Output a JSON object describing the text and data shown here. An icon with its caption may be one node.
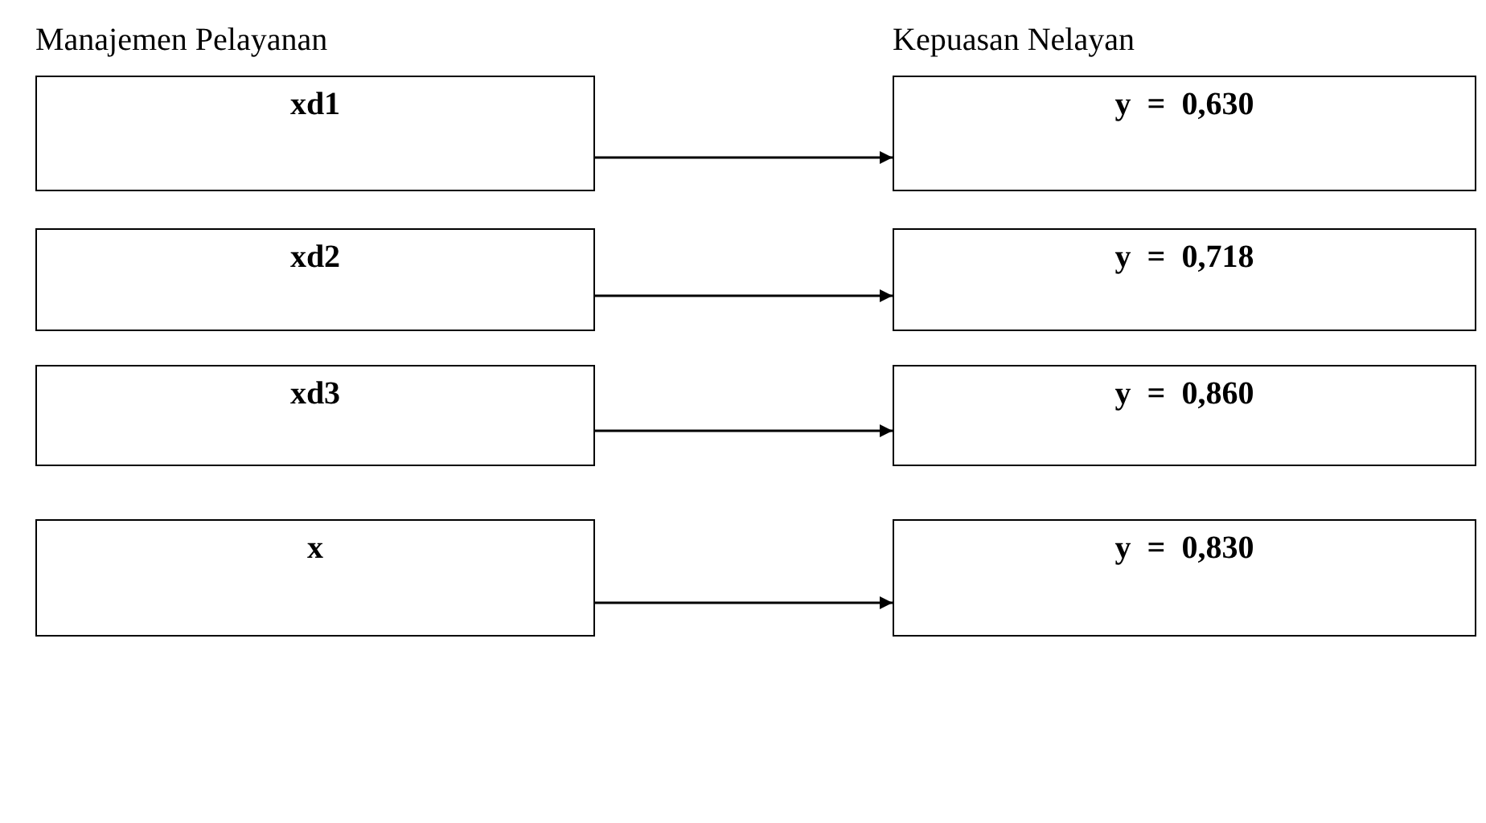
{
  "diagram": {
    "nodes": [
      {
        "text": [
          "xd1"
        ]
      },
      {
        "text": [
          "y  =  0,630"
        ]
      },
      {
        "text": [
          "xd2"
        ]
      },
      {
        "text": [
          "y  =  0,718"
        ]
      },
      {
        "text": [
          "xd3"
        ]
      },
      {
        "text": [
          "y  =  0,860"
        ]
      },
      {
        "text": [
          "x"
        ]
      },
      {
        "text": [
          "y  =  0,830"
        ]
      }
    ],
    "edges": [
      {
        "from": 0,
        "to": 1,
        "arrow": "to"
      },
      {
        "from": 2,
        "to": 3,
        "arrow": "to"
      },
      {
        "from": 4,
        "to": 5,
        "arrow": "to"
      },
      {
        "from": 6,
        "to": 7,
        "arrow": "to"
      }
    ],
    "labels": [
      "Manajemen Pelayanan",
      "Kepuasan Nelayan"
    ]
  }
}
